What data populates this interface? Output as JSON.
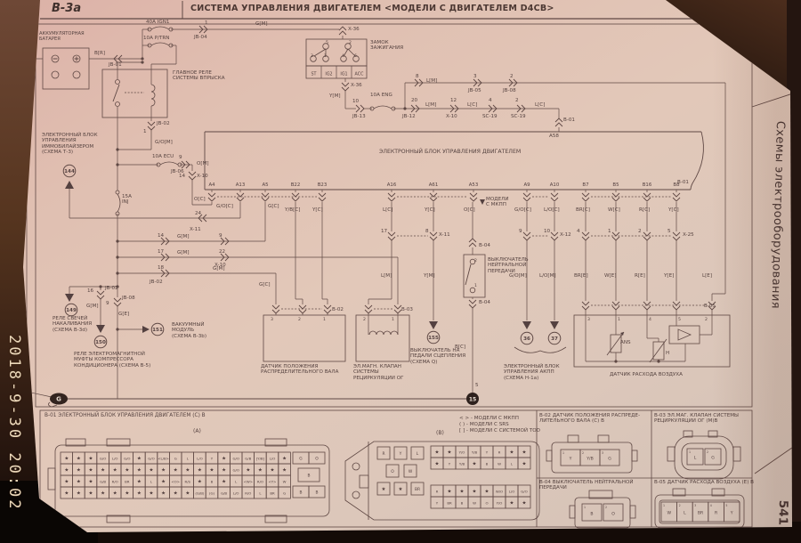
{
  "photo": {
    "timestamp": "2018-9-30 20:02",
    "side_caption": "Схемы электрооборудования",
    "page_number": "541"
  },
  "header": {
    "code": "B-3a",
    "title": "СИСТЕМА УПРАВЛЕНИЯ ДВИГАТЕЛЕМ <МОДЕЛИ С ДВИГАТЕЛЕМ D4CB>"
  },
  "diagram": {
    "texts": [
      "АККУМУЛЯТОРНАЯ\nБАТАРЕЯ",
      "B[R]",
      "JB-01",
      "40A IGN1",
      "10A P/TRN",
      "ГЛАВНОЕ РЕЛЕ\nСИСТЕМЫ ВПРЫСКА",
      "1",
      "JB-04",
      "G[M]",
      "X-36",
      "ЗАМОК\nЗАЖИГАНИЯ",
      "X-36",
      "Y[M]",
      "10",
      "10A ENG",
      "JB-13",
      "8",
      "L[M]",
      "3",
      "JB-05",
      "2",
      "JB-08",
      "20",
      "JB-12",
      "L[M]",
      "12",
      "X-10",
      "L[C]",
      "4",
      "SC-19",
      "2",
      "SC-19",
      "L[C]",
      "B-01",
      "A58",
      "ЭЛЕКТРОННЫЙ БЛОК УПРАВЛЕНИЯ ДВИГАТЕЛЕМ",
      "B-01",
      "O[C]",
      "G/O[C]",
      "G[C]",
      "Y/B[C]",
      "Y[C]",
      "L[C]",
      "Y[C]",
      "O[C]",
      "G/O[C]",
      "L/O[C]",
      "BR[C]",
      "W[C]",
      "R[C]",
      "Y[C]",
      "МОДЕЛИ\nС МКПП",
      "24",
      "X-11",
      "14",
      "X-10",
      "9",
      "JB-06",
      "O[M]",
      "G/O[M]",
      "10A ECU",
      "15A\nINJ",
      "ЭЛЕКТРОННЫЙ БЛОК\nУПРАВЛЕНИЯ\nИММОБИЛАЙЗЕРОМ\n(СХЕМА Т-3)",
      "JB-02",
      "1",
      "14",
      "G[M]",
      "9",
      "17",
      "G[M]",
      "22",
      "X-10",
      "18",
      "JB-02",
      "G[M]",
      "16",
      "JB-02",
      "G[M]",
      "9",
      "JB-08",
      "G[E]",
      "РЕЛЕ СВЕЧЕЙ\nНАКАЛИВАНИЯ\n(СХЕМА B-3d)",
      "РЕЛЕ ЭЛЕКТРОМАГНИТНОЙ\nМУФТЫ КОМПРЕССОРА\nКОНДИЦИОНЕРА (СХЕМА B-5)",
      "ВАКУУМНЫЙ\nМОДУЛЬ\n(СХЕМА B-3b)",
      "G[C]",
      "B-02",
      "ДАТЧИК ПОЛОЖЕНИЯ\nРАСПРЕДЕЛИТЕЛЬНОГО ВАЛА",
      "B-03",
      "ЭЛ.МАГН. КЛАПАН\nСИСТЕМЫ\nРЕЦИРКУЛЯЦИИ ОГ",
      "ВЫКЛЮЧАТЕЛЬ НА\nПЕДАЛИ СЦЕПЛЕНИЯ\n(СХЕМА Q)",
      "L[M]",
      "Y[M]",
      "17",
      "8",
      "X-11",
      "B-04",
      "ВЫКЛЮЧАТЕЛЬ\nНЕЙТРАЛЬНОЙ\nПЕРЕДАЧИ",
      "B-04",
      "B[C]",
      "5",
      "G/O[M]",
      "L/O[M]",
      "9",
      "10",
      "X-12",
      "ЭЛЕКТРОННЫЙ БЛОК\nУПРАВЛЕНИЯ АКПП\n(СХЕМА H-1a)",
      "4",
      "1",
      "2",
      "5",
      "X-25",
      "BR[E]",
      "W[E]",
      "R[E]",
      "Y[E]",
      "L[E]",
      "B-05",
      "3",
      "1",
      "4",
      "5",
      "2",
      "ANS",
      "H",
      "ДАТЧИК РАСХОДА ВОЗДУХА",
      "3",
      "2",
      "1",
      "2",
      "1",
      "2",
      "1",
      "5",
      "2",
      "3",
      "1",
      "4",
      "6",
      "B-01 ЭЛЕКТРОННЫЙ БЛОК УПРАВЛЕНИЯ ДВИГАТЕЛЕМ (С) В",
      "(A)",
      "(B)",
      "< > - МОДЕЛИ С МКПП",
      "( ) - МОДЕЛИ С SRS",
      "[ ] - МОДЕЛИ С СИСТЕМОЙ TOD",
      "B-02 ДАТЧИК ПОЛОЖЕНИЯ РАСПРЕДЕ-\nЛИТЕЛЬНОГО ВАЛА (С) В",
      "B-03 ЭЛ.МАГ. КЛАПАН СИСТЕМЫ\nРЕЦИРКУЛЯЦИИ ОГ (М)В",
      "B-04 ВЫКЛЮЧАТЕЛЬ НЕЙТРАЛЬНОЙ\nПЕРЕДАЧИ",
      "B-05 ДАТЧИК РАСХОДА ВОЗДУХА (Е) В"
    ],
    "ecu_pins": [
      "A4",
      "A13",
      "A5",
      "B22",
      "B23",
      "A16",
      "A61",
      "A53",
      "A9",
      "A10",
      "B7",
      "B5",
      "B16",
      "B8"
    ],
    "ignition_cells": [
      "ST",
      "IG2",
      "IG1",
      "ACC"
    ],
    "callouts": [
      "144",
      "149",
      "150",
      "151",
      "155",
      "36",
      "37"
    ],
    "ground_label": "G",
    "node_label": "15"
  },
  "pinouts": {
    "a_rows": [
      [
        "★",
        "★",
        "★",
        "G/O",
        "L/O",
        "G/O",
        "★",
        "G/O",
        "<L/B>",
        "G",
        "L",
        "L/O",
        "Y",
        "★",
        "G/O",
        "G/B",
        "[Y/B]",
        "L/O",
        "★"
      ],
      [
        "★",
        "★",
        "★",
        "★",
        "★",
        "★",
        "★",
        "★",
        "★",
        "★",
        "★",
        "★",
        "★",
        "★",
        "G/O",
        "★",
        "★",
        "★",
        "★"
      ],
      [
        "★",
        "★",
        "★",
        "G/B",
        "R/O",
        "BR",
        "★",
        "L",
        "★",
        "<O>",
        "R/S",
        "★",
        "B",
        "★",
        "L",
        "<W>",
        "R/O",
        "<Y>",
        "W"
      ],
      [
        "★",
        "★",
        "★",
        "★",
        "★",
        "★",
        "★",
        "★",
        "★",
        "★",
        "★",
        "(G/B)",
        "(G)",
        "G/B",
        "L/O",
        "R/O",
        "L",
        "BR",
        "G"
      ]
    ],
    "a_side": [
      [
        "G",
        "O"
      ],
      [
        "B"
      ],
      [
        "B",
        "B"
      ]
    ],
    "b_left": [
      [
        "R",
        "Y",
        "L"
      ],
      [
        "O",
        "W"
      ],
      [
        "★",
        "★",
        "BR"
      ]
    ],
    "b_rows": [
      [
        "★",
        "★",
        "Y/O",
        "Y/B",
        "Y",
        "R",
        "★",
        "★"
      ],
      [
        "★",
        "Y",
        "Y/B",
        "★",
        "B",
        "W",
        "L",
        "★"
      ],
      [
        "R",
        "★",
        "★",
        "★",
        "★",
        "W/O",
        "L/O",
        "G/O"
      ],
      [
        "Y",
        "BR",
        "B",
        "W",
        "O",
        "Y/O",
        "★",
        "★"
      ]
    ],
    "panels": [
      {
        "id": "B-02",
        "cells": [
          "Y",
          "Y/B",
          "G"
        ],
        "pins": [
          "1",
          "2",
          "3"
        ]
      },
      {
        "id": "B-03",
        "cells": [
          "L",
          "G"
        ],
        "pins": [
          "1",
          "2"
        ]
      },
      {
        "id": "B-04",
        "cells": [
          "B",
          "O"
        ],
        "pins": [
          "1",
          "2"
        ]
      },
      {
        "id": "B-05",
        "cells": [
          "W",
          "L",
          "BR",
          "R",
          "Y"
        ],
        "pins": [
          "1",
          "2",
          "3",
          "4",
          "5"
        ]
      }
    ]
  }
}
